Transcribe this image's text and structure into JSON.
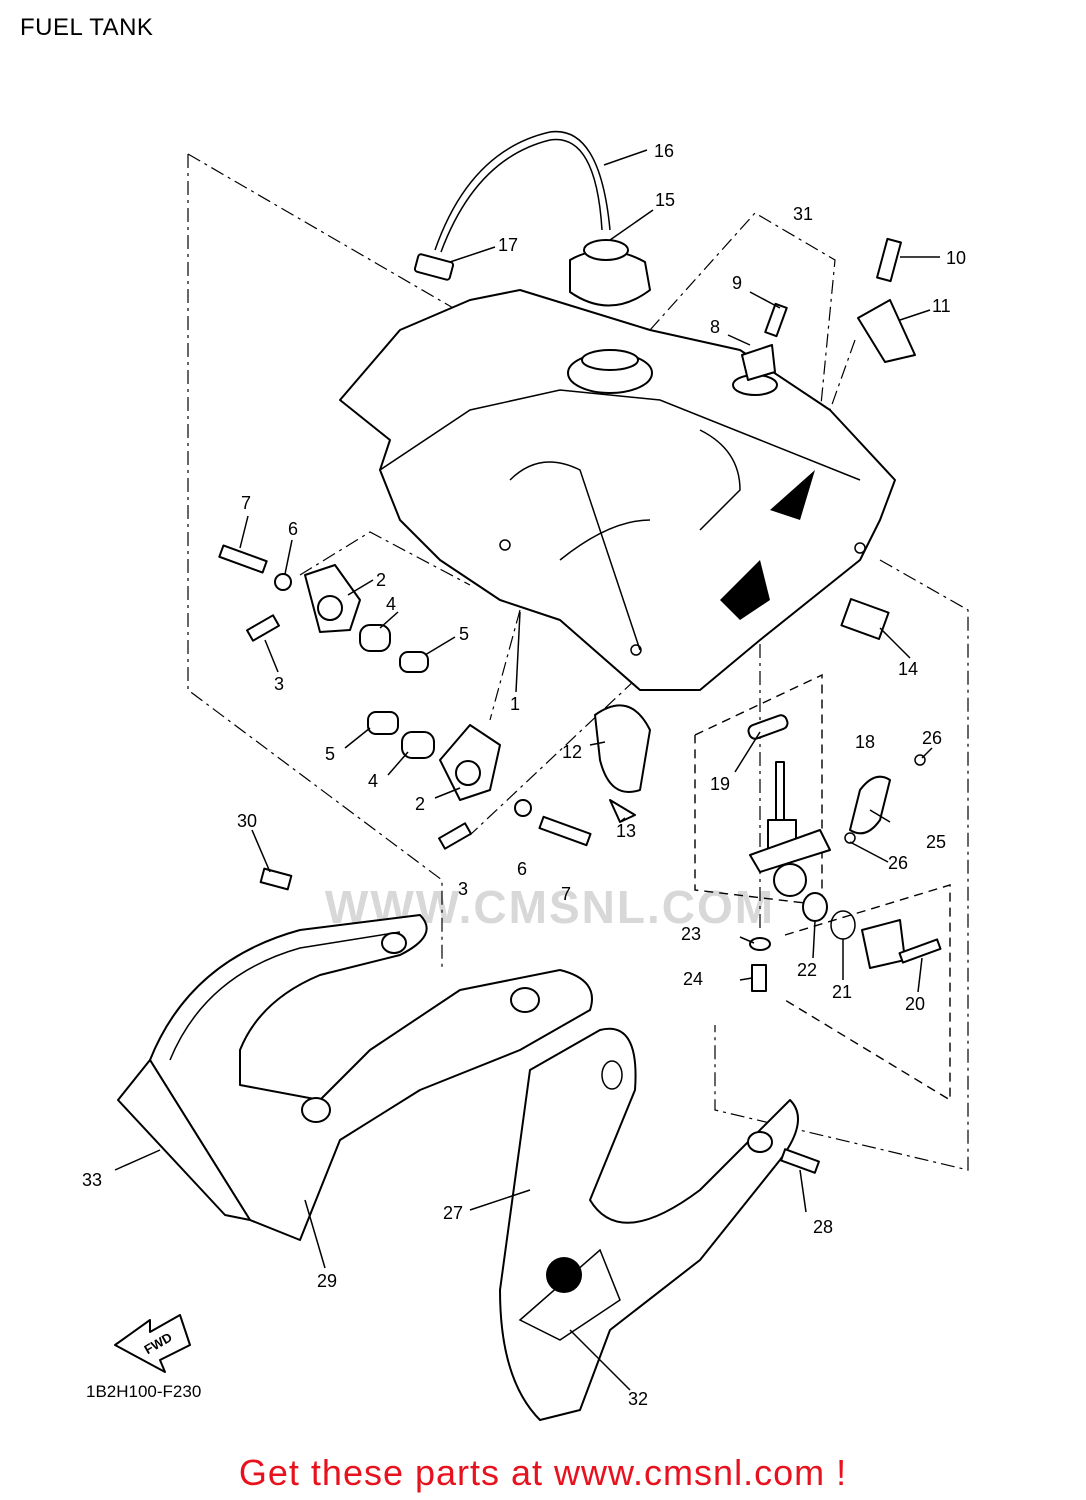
{
  "header": {
    "title": "FUEL TANK"
  },
  "diagram": {
    "callouts": [
      {
        "n": "1"
      },
      {
        "n": "2"
      },
      {
        "n": "2"
      },
      {
        "n": "3"
      },
      {
        "n": "3"
      },
      {
        "n": "4"
      },
      {
        "n": "4"
      },
      {
        "n": "5"
      },
      {
        "n": "5"
      },
      {
        "n": "6"
      },
      {
        "n": "6"
      },
      {
        "n": "7"
      },
      {
        "n": "7"
      },
      {
        "n": "8"
      },
      {
        "n": "9"
      },
      {
        "n": "10"
      },
      {
        "n": "11"
      },
      {
        "n": "12"
      },
      {
        "n": "13"
      },
      {
        "n": "14"
      },
      {
        "n": "15"
      },
      {
        "n": "16"
      },
      {
        "n": "17"
      },
      {
        "n": "18"
      },
      {
        "n": "19"
      },
      {
        "n": "20"
      },
      {
        "n": "21"
      },
      {
        "n": "22"
      },
      {
        "n": "23"
      },
      {
        "n": "24"
      },
      {
        "n": "25"
      },
      {
        "n": "26"
      },
      {
        "n": "26"
      },
      {
        "n": "27"
      },
      {
        "n": "28"
      },
      {
        "n": "29"
      },
      {
        "n": "30"
      },
      {
        "n": "31"
      },
      {
        "n": "32"
      },
      {
        "n": "33"
      }
    ],
    "arrow_label": "FWD",
    "drawing_code": "1B2H100-F230",
    "watermark": "WWW.CMSNL.COM"
  },
  "footer": {
    "cta": "Get these parts at www.cmsnl.com !"
  },
  "colors": {
    "cta": "#e8121e",
    "lines": "#000000",
    "watermark": "#d8d8d8"
  }
}
